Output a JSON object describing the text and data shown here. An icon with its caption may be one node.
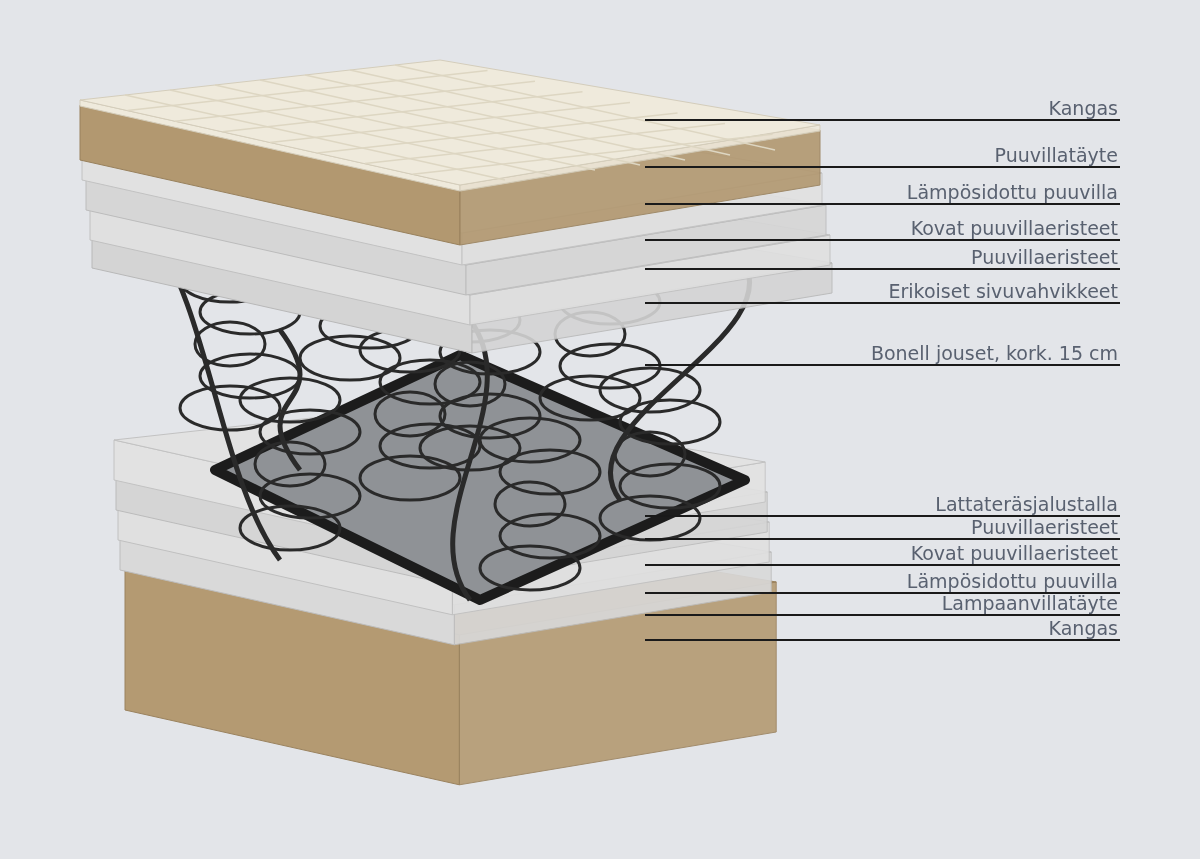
{
  "diagram": {
    "nodes": [
      {
        "text": [
          "Kangas"
        ]
      },
      {
        "text": [
          "Puuvillatäyte"
        ]
      },
      {
        "text": [
          "Lämpösidottu puuvilla"
        ]
      },
      {
        "text": [
          "Kovat puuvillaeristeet"
        ]
      },
      {
        "text": [
          "Puuvillaeristeet"
        ]
      },
      {
        "text": [
          "Erikoiset sivuvahvikkeet"
        ]
      },
      {
        "text": [
          "Bonell jouset, kork. 15 cm"
        ]
      },
      {
        "text": [
          "Lattateräsjalustalla"
        ]
      },
      {
        "text": [
          "Puuvillaeristeet"
        ]
      },
      {
        "text": [
          "Kovat puuvillaeristeet"
        ]
      },
      {
        "text": [
          "Lämpösidottu puuvilla"
        ]
      },
      {
        "text": [
          "Lampaanvillatäyte"
        ]
      },
      {
        "text": [
          "Kangas"
        ]
      }
    ],
    "edges": [
      {
        "from": 0,
        "to": null,
        "arrow": "none"
      },
      {
        "from": 1,
        "to": null,
        "arrow": "none"
      },
      {
        "from": 2,
        "to": null,
        "arrow": "none"
      },
      {
        "from": 3,
        "to": null,
        "arrow": "none"
      },
      {
        "from": 4,
        "to": null,
        "arrow": "none"
      },
      {
        "from": 5,
        "to": null,
        "arrow": "none"
      },
      {
        "from": 6,
        "to": null,
        "arrow": "none"
      },
      {
        "from": 7,
        "to": null,
        "arrow": "none"
      },
      {
        "from": 8,
        "to": null,
        "arrow": "none"
      },
      {
        "from": 9,
        "to": null,
        "arrow": "none"
      },
      {
        "from": 10,
        "to": null,
        "arrow": "none"
      },
      {
        "from": 11,
        "to": null,
        "arrow": "none"
      },
      {
        "from": 12,
        "to": null,
        "arrow": "none"
      }
    ]
  }
}
